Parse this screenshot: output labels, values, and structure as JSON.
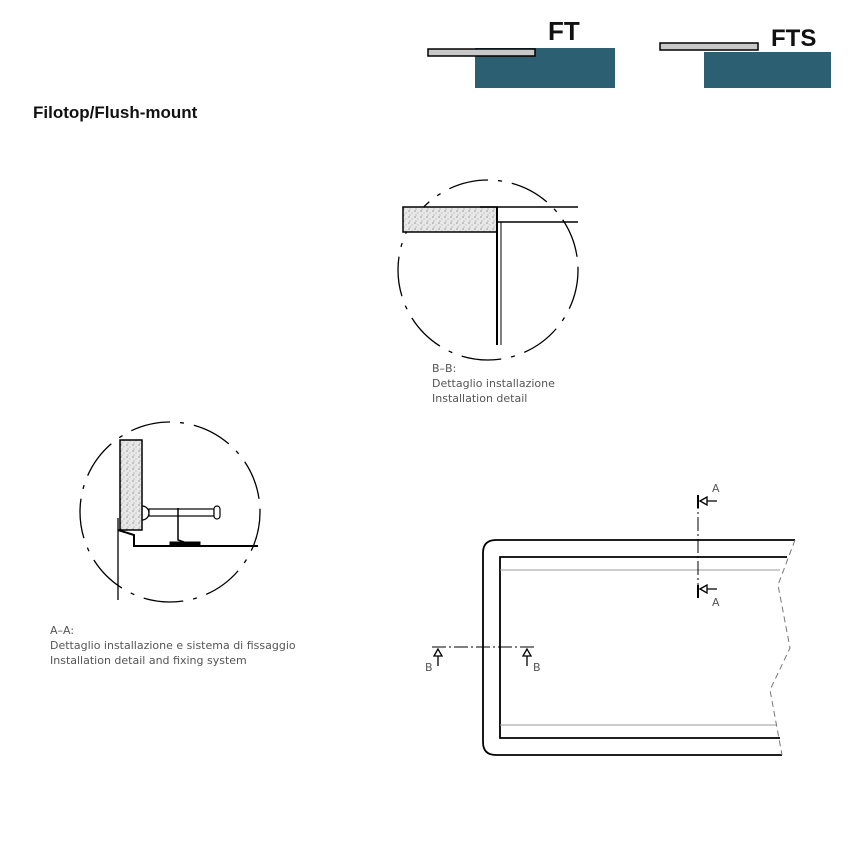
{
  "title": "Filotop/Flush-mount",
  "variants": [
    {
      "label": "FT"
    },
    {
      "label": "FTS"
    }
  ],
  "detail_bb": {
    "code": "B–B:",
    "line1": "Dettaglio installazione",
    "line2": "Installation detail"
  },
  "detail_aa": {
    "code": "A–A:",
    "line1": "Dettaglio installazione e sistema di fissaggio",
    "line2": "Installation detail and fixing system"
  },
  "plan": {
    "section_a": "A",
    "section_b": "B"
  },
  "colors": {
    "block": "#2d5f73",
    "plate": "#c8c8c8"
  }
}
